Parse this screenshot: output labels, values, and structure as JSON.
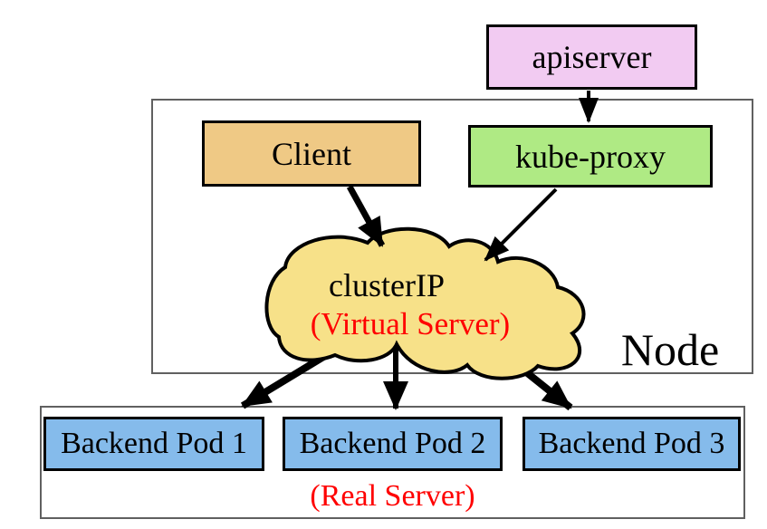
{
  "node_box": {
    "label": "Node"
  },
  "boxes": {
    "apiserver": {
      "label": "apiserver",
      "fill": "#F2CBF2"
    },
    "client": {
      "label": "Client",
      "fill": "#EFC985"
    },
    "kube_proxy": {
      "label": "kube-proxy",
      "fill": "#AFEA84"
    }
  },
  "cloud": {
    "title": "clusterIP",
    "subtitle": "(Virtual Server)",
    "fill": "#F7E189",
    "subtitle_color": "#FF0000"
  },
  "pods": [
    {
      "label": "Backend Pod 1"
    },
    {
      "label": "Backend Pod 2"
    },
    {
      "label": "Backend Pod 3"
    }
  ],
  "pod_fill": "#85BBEB",
  "real_server": {
    "label": "(Real Server)",
    "color": "#FF0000"
  },
  "colors": {
    "arrow": "#000000",
    "box_border": "#000000",
    "outer_border": "#606060",
    "background": "#FFFFFF"
  }
}
